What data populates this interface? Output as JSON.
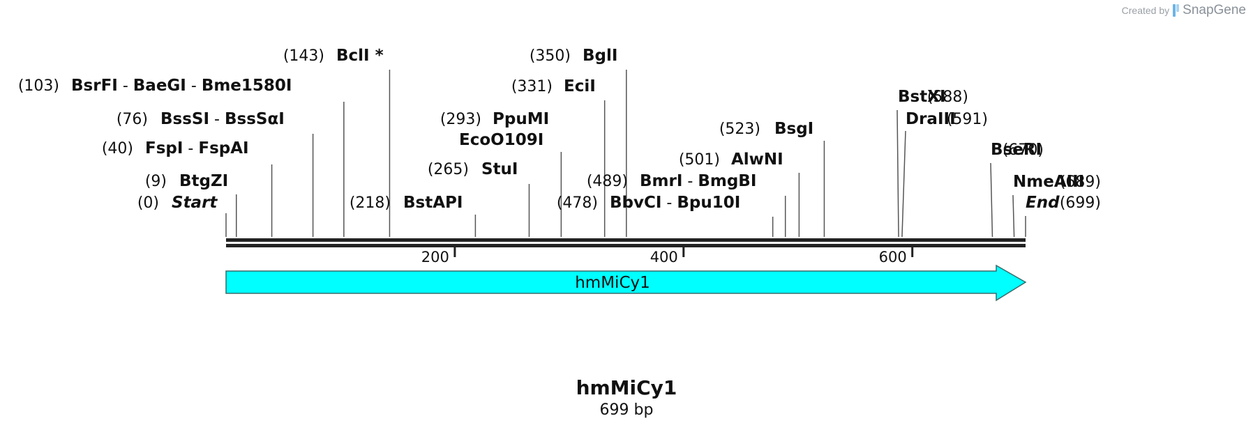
{
  "credit": {
    "prefix": "Created by",
    "brand": "SnapGene",
    "logo_icon": "snapgene-logo-icon"
  },
  "sequence": {
    "name": "hmMiCy1",
    "size_label": "699 bp",
    "length": 699
  },
  "ruler": {
    "ticks": [
      200,
      400,
      600
    ]
  },
  "features": [
    {
      "name": "hmMiCy1",
      "start": 0,
      "end": 699,
      "direction": "forward",
      "color": "#00ffff"
    }
  ],
  "sites": [
    {
      "enzymes": [
        "Start"
      ],
      "pos_label": "(0)",
      "position": 0,
      "italic": true
    },
    {
      "enzymes": [
        "BtgZI"
      ],
      "pos_label": "(9)",
      "position": 9
    },
    {
      "enzymes": [
        "FspI",
        "FspAI"
      ],
      "pos_label": "(40)",
      "position": 40
    },
    {
      "enzymes": [
        "BssSI",
        "BssSαI"
      ],
      "pos_label": "(76)",
      "position": 76
    },
    {
      "enzymes": [
        "BsrFI",
        "BaeGI",
        "Bme1580I"
      ],
      "pos_label": "(103)",
      "position": 103
    },
    {
      "enzymes": [
        "BclI *"
      ],
      "pos_label": "(143)",
      "position": 143
    },
    {
      "enzymes": [
        "BstAPI"
      ],
      "pos_label": "(218)",
      "position": 218
    },
    {
      "enzymes": [
        "StuI"
      ],
      "pos_label": "(265)",
      "position": 265
    },
    {
      "enzymes": [
        "PpuMI",
        "EcoO109I"
      ],
      "pos_label": "(293)",
      "position": 293
    },
    {
      "enzymes": [
        "EciI"
      ],
      "pos_label": "(331)",
      "position": 331
    },
    {
      "enzymes": [
        "BglI"
      ],
      "pos_label": "(350)",
      "position": 350
    },
    {
      "enzymes": [
        "BbvCI",
        "Bpu10I"
      ],
      "pos_label": "(478)",
      "position": 478
    },
    {
      "enzymes": [
        "BmrI",
        "BmgBI"
      ],
      "pos_label": "(489)",
      "position": 489
    },
    {
      "enzymes": [
        "AlwNI"
      ],
      "pos_label": "(501)",
      "position": 501
    },
    {
      "enzymes": [
        "BsgI"
      ],
      "pos_label": "(523)",
      "position": 523
    },
    {
      "enzymes": [
        "BstXI"
      ],
      "pos_label": "(588)",
      "position": 588
    },
    {
      "enzymes": [
        "DraIII"
      ],
      "pos_label": "(591)",
      "position": 591
    },
    {
      "enzymes": [
        "BseRI"
      ],
      "pos_label": "(670)",
      "position": 670
    },
    {
      "enzymes": [
        "NmeAIII"
      ],
      "pos_label": "(689)",
      "position": 689
    },
    {
      "enzymes": [
        "End"
      ],
      "pos_label": "(699)",
      "position": 699,
      "italic": true
    }
  ]
}
